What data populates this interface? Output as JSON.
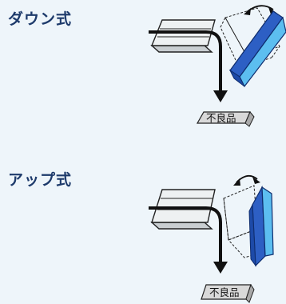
{
  "sections": [
    {
      "title": "ダウン式",
      "bin_label": "不良品",
      "gate_position": "down"
    },
    {
      "title": "アップ式",
      "bin_label": "不良品",
      "gate_position": "up"
    }
  ],
  "colors": {
    "title": "#1d3a6b",
    "gate_dark": "#2d5fc4",
    "gate_light": "#5cbef0",
    "belt": "#e8ecee",
    "arrow": "#111111",
    "bin": "#d9d9d9"
  }
}
